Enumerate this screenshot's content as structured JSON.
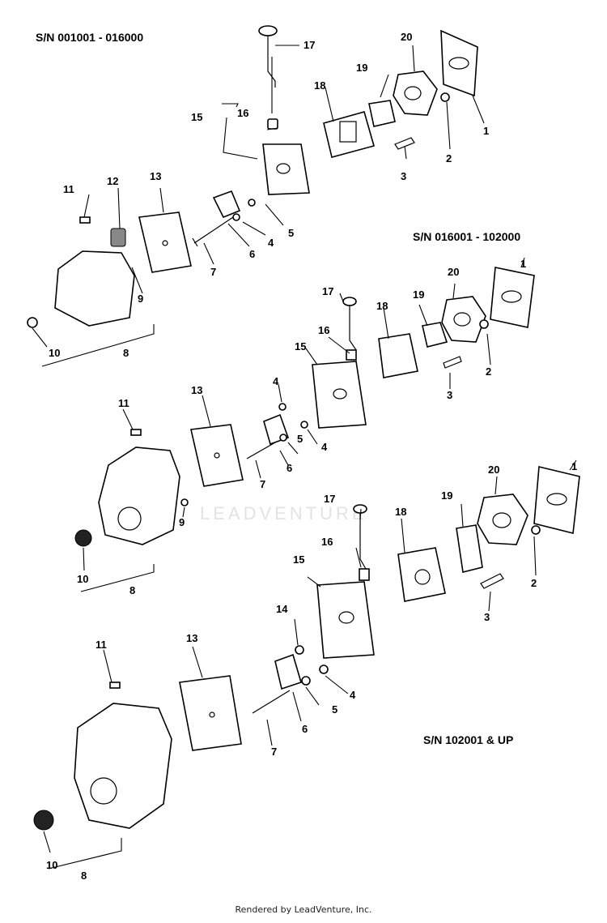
{
  "serial_ranges": [
    "S/N 001001 - 016000",
    "S/N  016001 - 102000",
    "S/N  102001 & UP"
  ],
  "watermark_text": "LEADVENTURE",
  "footer_text": "Rendered by LeadVenture, Inc.",
  "callouts": {
    "group1": [
      "17",
      "20",
      "19",
      "18",
      "16",
      "15",
      "1",
      "2",
      "3",
      "11",
      "12",
      "13",
      "5",
      "4",
      "6",
      "7",
      "9",
      "10",
      "8"
    ],
    "group2": [
      "1",
      "20",
      "17",
      "19",
      "18",
      "16",
      "15",
      "2",
      "3",
      "4",
      "5",
      "6",
      "7",
      "13",
      "11",
      "9",
      "10",
      "8"
    ],
    "group3": [
      "1",
      "20",
      "17",
      "19",
      "18",
      "16",
      "15",
      "2",
      "3",
      "14",
      "4",
      "5",
      "6",
      "7",
      "13",
      "11",
      "10",
      "8"
    ]
  }
}
